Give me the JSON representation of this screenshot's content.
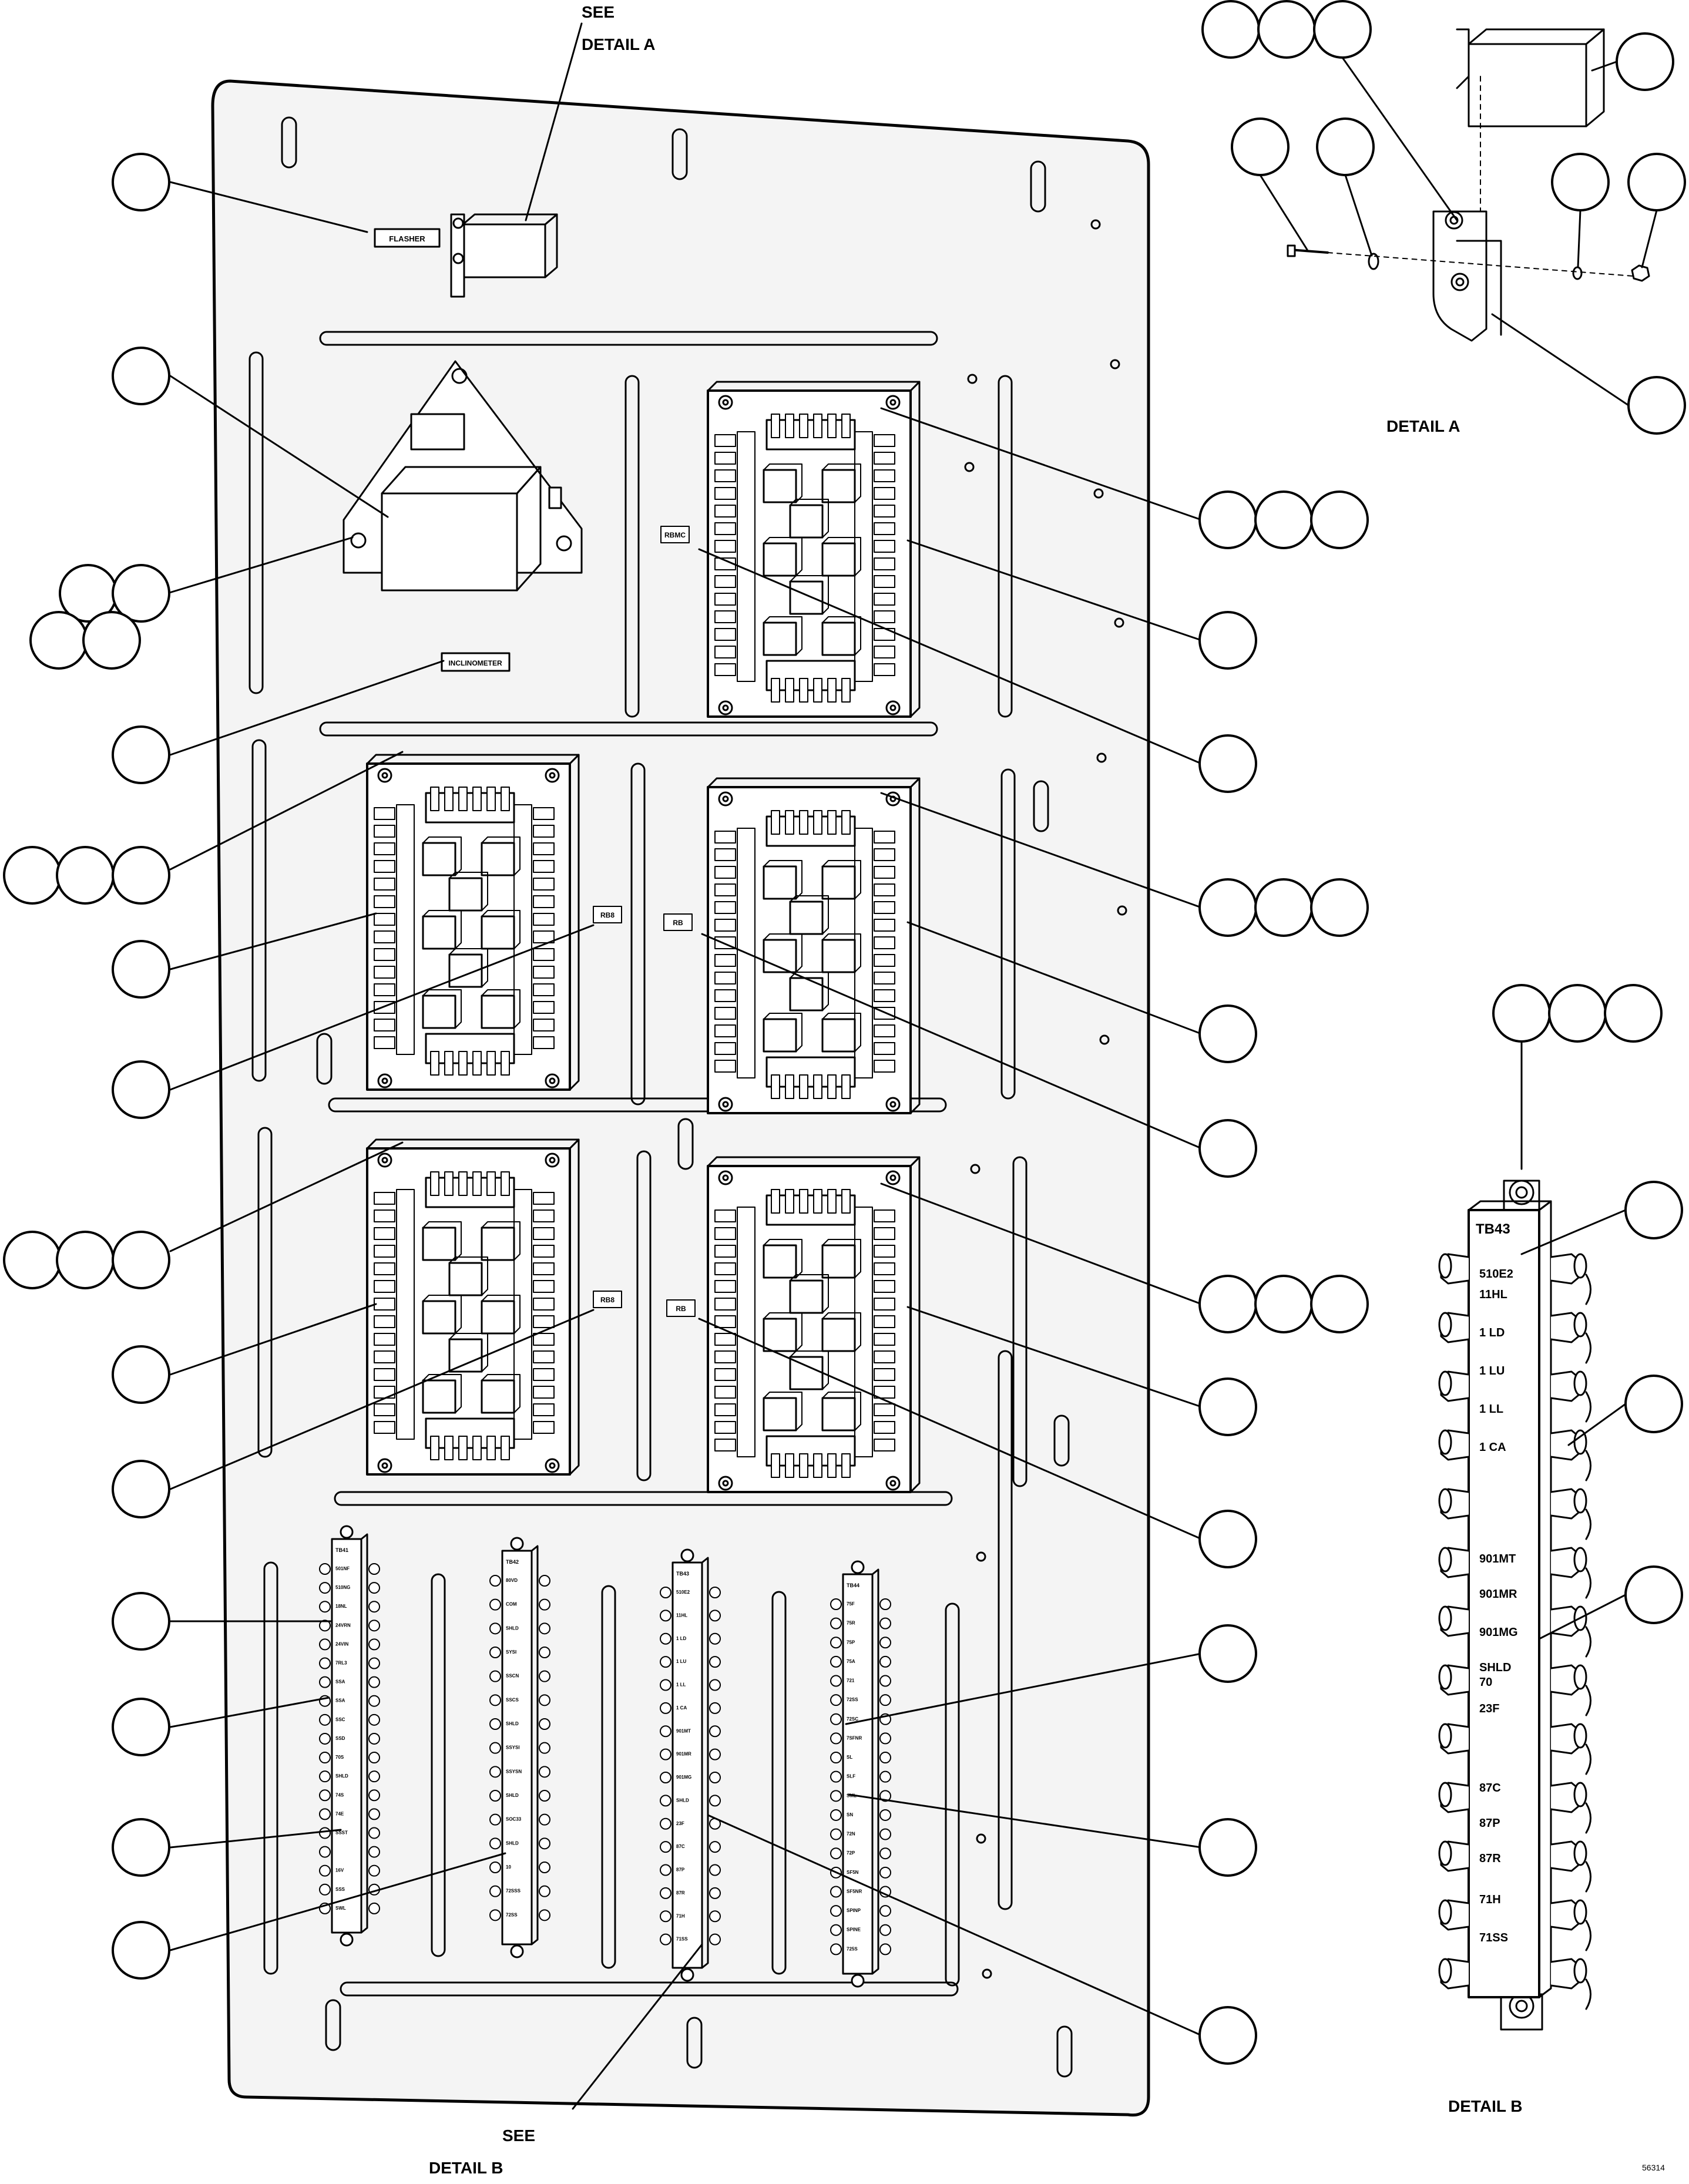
{
  "callouts": {
    "see_detail_a": [
      "SEE",
      "DETAIL A"
    ],
    "see_detail_b": [
      "SEE",
      "DETAIL B"
    ],
    "detail_a_title": "DETAIL A",
    "detail_b_title": "DETAIL B",
    "figure_number": "56314"
  },
  "panel_labels": {
    "flasher": "FLASHER",
    "inclinometer": "INCLINOMETER",
    "board_top_right": "RBMC",
    "board_mid_left": "RB8",
    "board_mid_right": "RB",
    "board_low_left": "RB8",
    "board_low_right": "RB"
  },
  "terminal_blocks": {
    "detail_b": {
      "id": "TB43",
      "labels": [
        "510E2",
        "11HL",
        "1 LD",
        "1 LU",
        "1 LL",
        "1 CA",
        "901MT",
        "901MR",
        "901MG",
        "SHLD",
        "70",
        "23F",
        "87C",
        "87P",
        "87R",
        "71H",
        "71SS"
      ]
    },
    "tb41": {
      "id": "TB41",
      "labels": [
        "501NF",
        "510NG",
        "18NL",
        "24VRN",
        "24VIN",
        "7RL3",
        "SSA",
        "SSA",
        "SSC",
        "SSD",
        "70S",
        "SHLD",
        "74S",
        "74E",
        "SSST",
        "",
        "16V",
        "SSS",
        "SWL"
      ]
    },
    "tb42": {
      "id": "TB42",
      "labels": [
        "80VD",
        "COM",
        "SHLD",
        "SYSI",
        "SSCN",
        "SSCS",
        "SHLD",
        "SSYSI",
        "SSYSN",
        "SHLD",
        "SOC33",
        "SHLD",
        "10",
        "72SSS",
        "72SS"
      ]
    },
    "tb43": {
      "id": "TB43",
      "labels": [
        "510E2",
        "11HL",
        "1 LD",
        "1 LU",
        "1 LL",
        "1 CA",
        "901MT",
        "901MR",
        "901MG",
        "SHLD",
        "23F",
        "87C",
        "87P",
        "87R",
        "71H",
        "71SS"
      ]
    },
    "tb44": {
      "id": "TB44",
      "labels": [
        "75F",
        "75R",
        "75P",
        "75A",
        "721",
        "72SS",
        "72SC",
        "7SFNR",
        "SL",
        "SLF",
        "SML",
        "SN",
        "72N",
        "72P",
        "SF5N",
        "SF5NR",
        "SPINP",
        "SPINE",
        "725S"
      ]
    }
  },
  "colors": {
    "ink": "#000000",
    "paper": "#ffffff",
    "chassis_fill": "#f4f4f4"
  }
}
